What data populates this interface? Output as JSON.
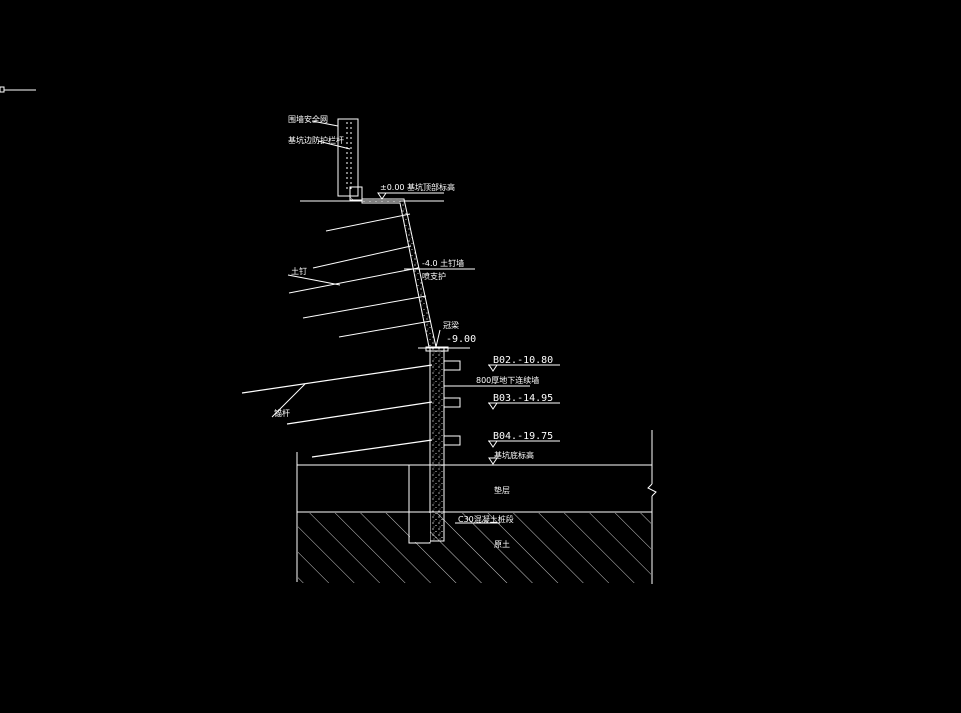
{
  "labels": {
    "rail_top": "围墙安全网",
    "rail_side": "基坑边防护栏杆",
    "top_level": "±0.00 基坑顶部标高",
    "slope_level": "-4.0 土钉墙",
    "slope_support": "喷支护",
    "soil_nail": "土钉",
    "crown_beam": "冠梁",
    "level_9": "-9.00",
    "b02": "B02.-10.80",
    "wall_note": "800厚地下连续墙",
    "b03": "B03.-14.95",
    "anchor": "锚杆",
    "b04": "B04.-19.75",
    "pit_bottom": "基坑底标高",
    "cushion": "垫层",
    "pile_note": "C30混凝土桩段",
    "soil": "原土"
  },
  "colors": {
    "background": "#000000",
    "line": "#ffffff"
  }
}
